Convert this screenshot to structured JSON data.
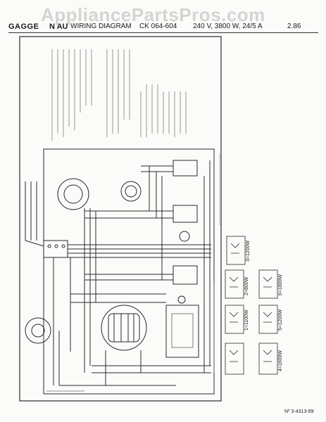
{
  "watermark": "AppliancePartsPros.com",
  "header": {
    "brand": "GAGGE",
    "brand_tail": "N AU",
    "title": "WIRING DIAGRAM",
    "model": "CK 064-604",
    "rating": "240 V, 3800 W, 24/5 A",
    "page": "2.86"
  },
  "doc_number": "Nº 3-4313-99",
  "switch_positions": [
    "3=1200W",
    "2=800W",
    "1=1100W",
    "6=1800W",
    "5=1200W",
    "4=1600W"
  ],
  "colors": {
    "ink": "#2a2a2a",
    "paper": "#fbfbf9",
    "watermark": "#b4b4b4"
  }
}
